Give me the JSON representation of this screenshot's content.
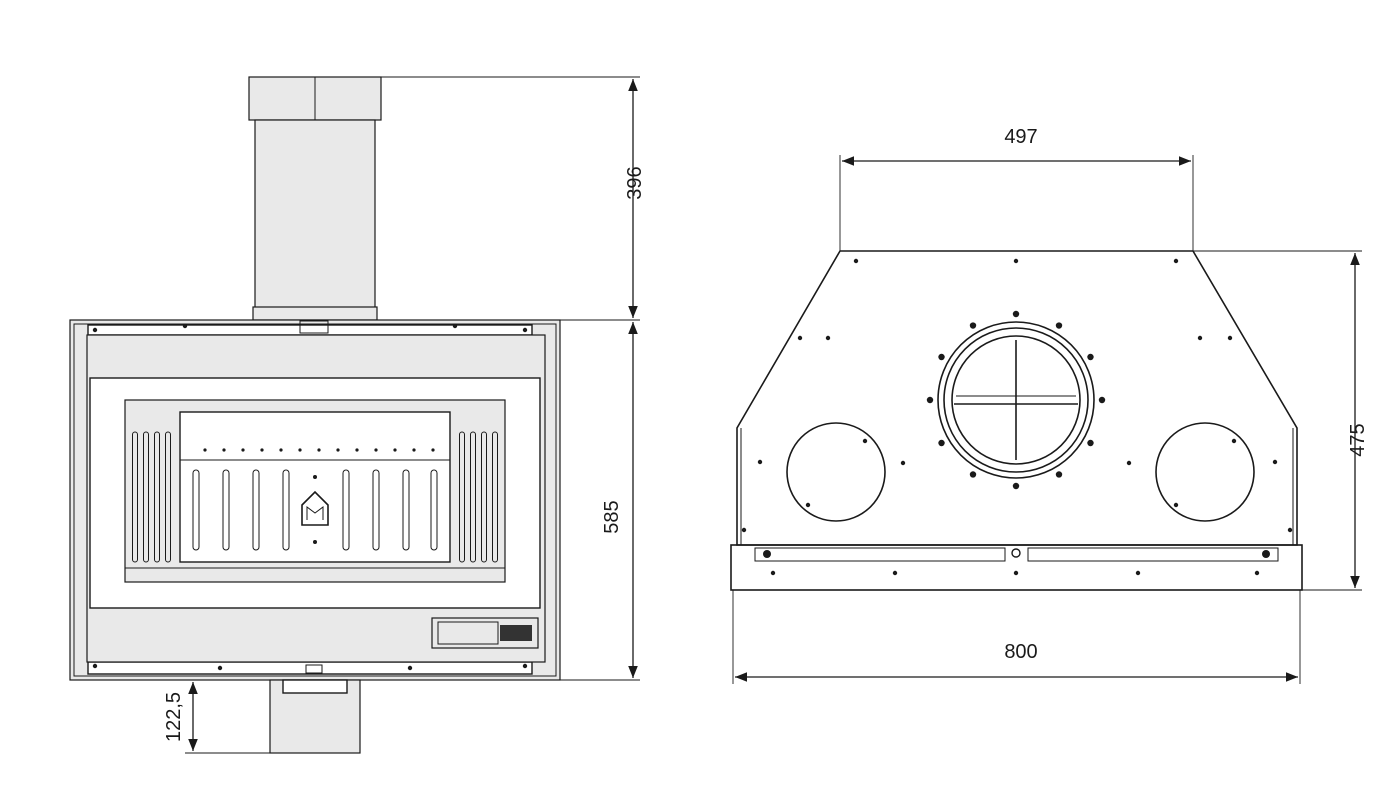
{
  "front_view": {
    "dim_flue_height": "396",
    "dim_body_height": "585",
    "dim_base_height": "122,5"
  },
  "rear_view": {
    "dim_top_width": "497",
    "dim_height": "475",
    "dim_total_width": "800"
  }
}
